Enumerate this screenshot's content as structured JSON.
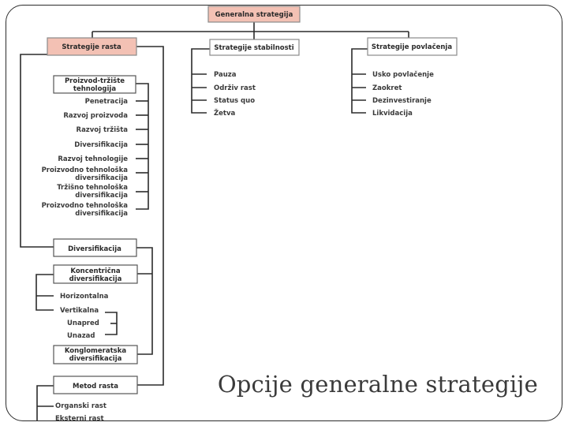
{
  "title": "Opcije generalne strategije",
  "root": "Generalna strategija",
  "branches": {
    "growth": "Strategije rasta",
    "stability": "Strategije stabilnosti",
    "retreat": "Strategije povlačenja"
  },
  "growth_tree": {
    "pmt_box": [
      "Proizvod-tržište",
      "tehnologija"
    ],
    "pmt_items": [
      "Penetracija",
      "Razvoj proizvoda",
      "Razvoj tržišta",
      "Diversifikacija",
      "Razvoj tehnologije",
      [
        "Proizvodno tehnološka",
        "diversifikacija"
      ],
      [
        "Tržišno tehnološka",
        "diversifikacija"
      ],
      [
        "Proizvodno tehnološka",
        "diversifikacija"
      ]
    ],
    "diversification_box": "Diversifikacija",
    "concentric_box": [
      "Koncentrična",
      "diversifikacija"
    ],
    "horizontal": "Horizontalna",
    "vertical": "Vertikalna",
    "forward": "Unapred",
    "backward": "Unazad",
    "conglomerate_box": [
      "Konglomeratska",
      "diversifikacija"
    ],
    "method_box": "Metod rasta",
    "organic": "Organski rast",
    "external": "Eksterni rast"
  },
  "stability_items": [
    "Pauza",
    "Održiv rast",
    "Status quo",
    "Žetva"
  ],
  "retreat_items": [
    "Usko povlačenje",
    "Zaokret",
    "Dezinvestiranje",
    "Likvidacija"
  ],
  "colors": {
    "header_fill": "#f3c1b4",
    "header_border": "#8a8a8a",
    "line": "#2b2b2b",
    "text": "#3a3a3a"
  }
}
